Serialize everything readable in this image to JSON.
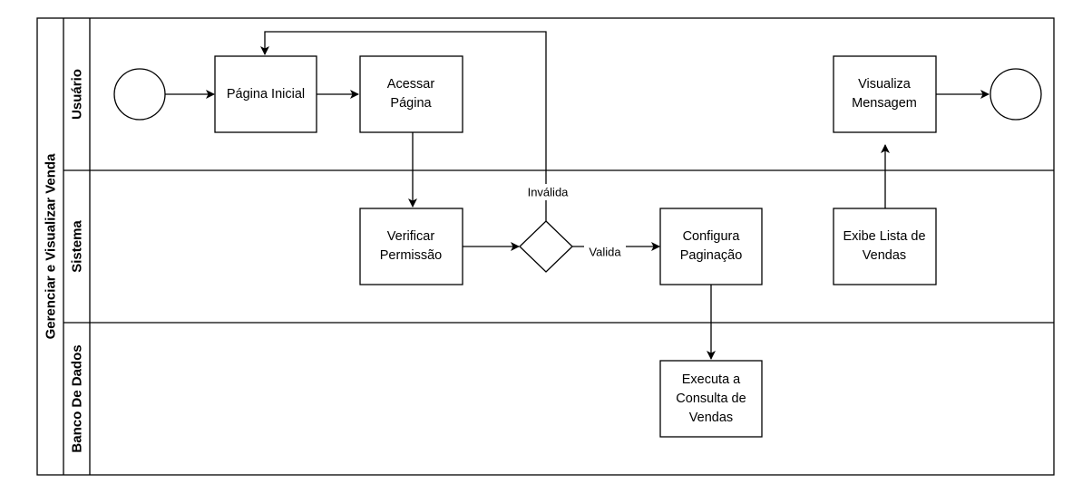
{
  "pool": {
    "title": "Gerenciar e Visualizar Venda"
  },
  "lanes": [
    {
      "label": "Usuário"
    },
    {
      "label": "Sistema"
    },
    {
      "label": "Banco De Dados"
    }
  ],
  "nodes": {
    "pagina_inicial": {
      "lines": [
        "Página Inicial"
      ]
    },
    "acessar_pagina": {
      "lines": [
        "Acessar",
        "Página"
      ]
    },
    "visualiza_mensagem": {
      "lines": [
        "Visualiza",
        "Mensagem"
      ]
    },
    "verificar_permissao": {
      "lines": [
        "Verificar",
        "Permissão"
      ]
    },
    "configura_paginacao": {
      "lines": [
        "Configura",
        "Paginação"
      ]
    },
    "exibe_lista": {
      "lines": [
        "Exibe Lista de",
        "Vendas"
      ]
    },
    "executa_consulta": {
      "lines": [
        "Executa a",
        "Consulta de",
        "Vendas"
      ]
    }
  },
  "edges": {
    "invalida": "Inválida",
    "valida": "Valida"
  }
}
